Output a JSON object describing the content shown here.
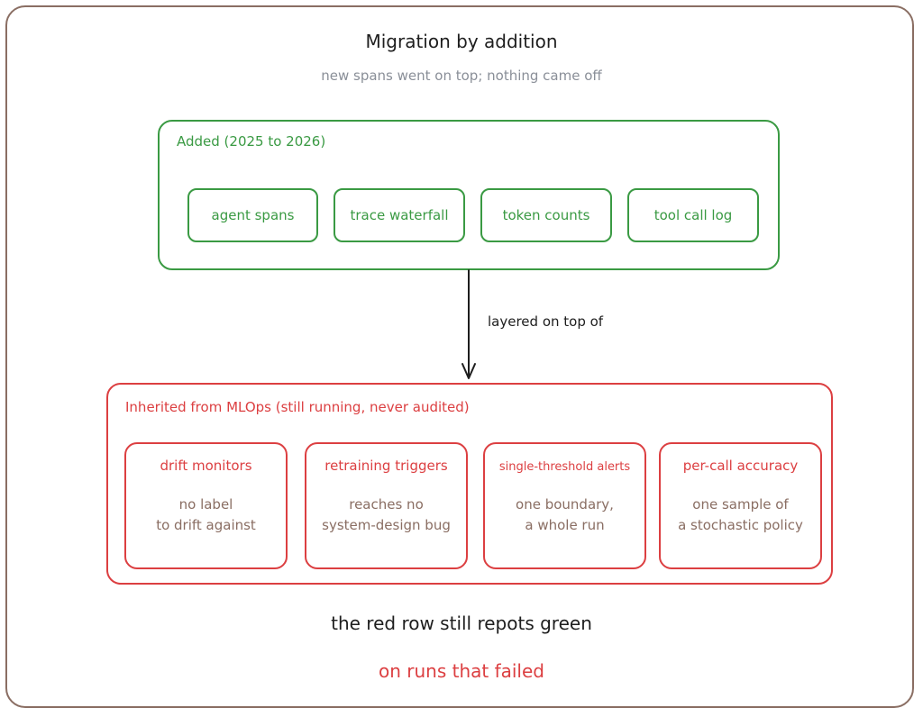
{
  "title": "Migration by addition",
  "subtitle": "new spans went on top; nothing came off",
  "added_group": {
    "label": "Added (2025 to 2026)",
    "items": [
      "agent spans",
      "trace waterfall",
      "token counts",
      "tool call log"
    ]
  },
  "connector": {
    "label": "layered on top of"
  },
  "inherited_group": {
    "label": "Inherited from MLOps (still running, never audited)",
    "cards": [
      {
        "title": "drift monitors",
        "line1": "no label",
        "line2": "to drift against"
      },
      {
        "title": "retraining triggers",
        "line1": "reaches no",
        "line2": "system-design bug"
      },
      {
        "title": "single-threshold alerts",
        "line1": "one boundary,",
        "line2": "a whole run"
      },
      {
        "title": "per-call accuracy",
        "line1": "one sample of",
        "line2": "a stochastic policy"
      }
    ]
  },
  "footer": {
    "line1": "the red row still repots green",
    "line2": "on runs that failed"
  },
  "colors": {
    "green": "#3a9a43",
    "red": "#dc3f41",
    "brown": "#8a6e63",
    "muted": "#8a8f98"
  }
}
